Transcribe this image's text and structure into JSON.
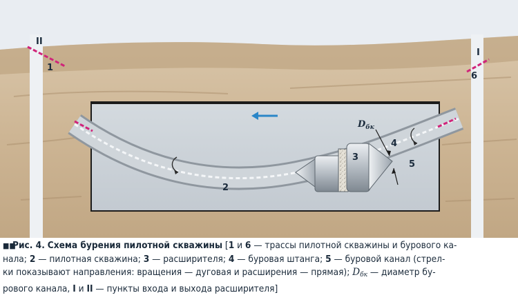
{
  "diagram": {
    "labels": {
      "entry_point": "I",
      "exit_point": "II",
      "track_right": "6",
      "track_left": "1",
      "pilot_hole": "2",
      "reamer": "3",
      "drill_rod": "4",
      "bore_channel": "5",
      "diameter_symbol": "D",
      "diameter_sub": "бк"
    },
    "colors": {
      "sky": "#e9edf2",
      "soil_light": "#d7c2a5",
      "soil_dark": "#b79b79",
      "frame": "#1d1d1d",
      "chamber": "#c9d0d7",
      "track_marks": "#d0247a",
      "arrow": "#2a86c8"
    }
  },
  "caption": {
    "bullet": "■■",
    "fig_label": "Рис. 4.",
    "fig_title": "Схема бурения пилотной скважины",
    "l1_open": " [",
    "n1": "1",
    "l1_and": " и ",
    "n6": "6",
    "l1_rest": " — трассы пилотной скважины и бурового ка-",
    "l2_start": "нала; ",
    "n2": "2",
    "l2_mid1": " — пилотная скважина; ",
    "n3": "3",
    "l2_mid2": " — расширителя; ",
    "n4": "4",
    "l2_mid3": " — буровая штанга; ",
    "n5": "5",
    "l2_end": " — буровой канал (стрел-",
    "l3_start": "ки показывают направления: вращения — дуговая и расширения — прямая); ",
    "d_symbol": "D",
    "d_sub": "бк",
    "l3_end": " — диаметр бу-",
    "l4_start": "рового канала, ",
    "roman1": "I",
    "l4_and": " и ",
    "roman2": "II",
    "l4_end": " — пункты входа и выхода расширителя]"
  }
}
